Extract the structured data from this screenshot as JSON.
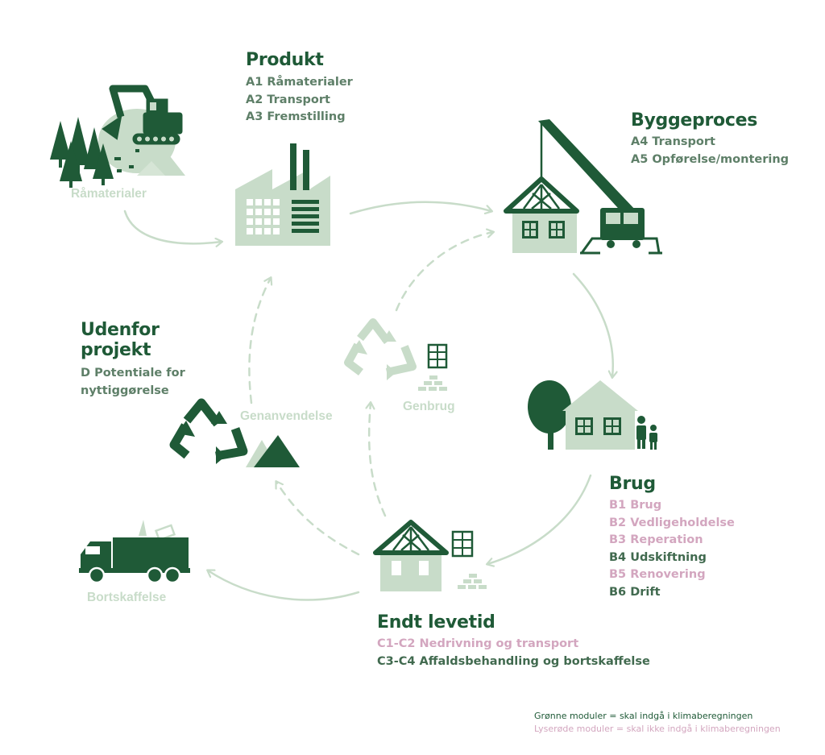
{
  "stages": {
    "produkt": {
      "title": "Produkt",
      "items": [
        "A1 Råmaterialer",
        "A2 Transport",
        "A3 Fremstilling"
      ]
    },
    "byggeproces": {
      "title": "Byggeproces",
      "items": [
        "A4 Transport",
        "A5 Opførelse/montering"
      ]
    },
    "brug": {
      "title": "Brug",
      "items": [
        {
          "label": "B1 Brug",
          "status": "excluded"
        },
        {
          "label": "B2 Vedligeholdelse",
          "status": "excluded"
        },
        {
          "label": "B3 Reperation",
          "status": "excluded"
        },
        {
          "label": "B4 Udskiftning",
          "status": "included"
        },
        {
          "label": "B5 Renovering",
          "status": "excluded"
        },
        {
          "label": "B6 Drift",
          "status": "included"
        }
      ]
    },
    "endt_levetid": {
      "title": "Endt levetid",
      "items": [
        {
          "label": "C1-C2 Nedrivning og transport",
          "status": "excluded"
        },
        {
          "label": "C3-C4 Affaldsbehandling og bortskaffelse",
          "status": "included"
        }
      ]
    },
    "udenfor_projekt": {
      "title_line1": "Udenfor",
      "title_line2": "projekt",
      "desc_line1": "D Potentiale for",
      "desc_line2": "nyttiggørelse"
    }
  },
  "labels": {
    "ramaterialer": "Råmaterialer",
    "genanvendelse": "Genanvendelse",
    "genbrug": "Genbrug",
    "bortskaffelse": "Bortskaffelse"
  },
  "legend": {
    "green": "Grønne moduler = skal indgå i klimaberegningen",
    "pink": "Lyserøde moduler = skal ikke indgå i klimaberegningen"
  },
  "colors": {
    "dark_green": "#1f5a37",
    "light_green": "#c8dcc9",
    "pink": "#d3a6bf"
  }
}
